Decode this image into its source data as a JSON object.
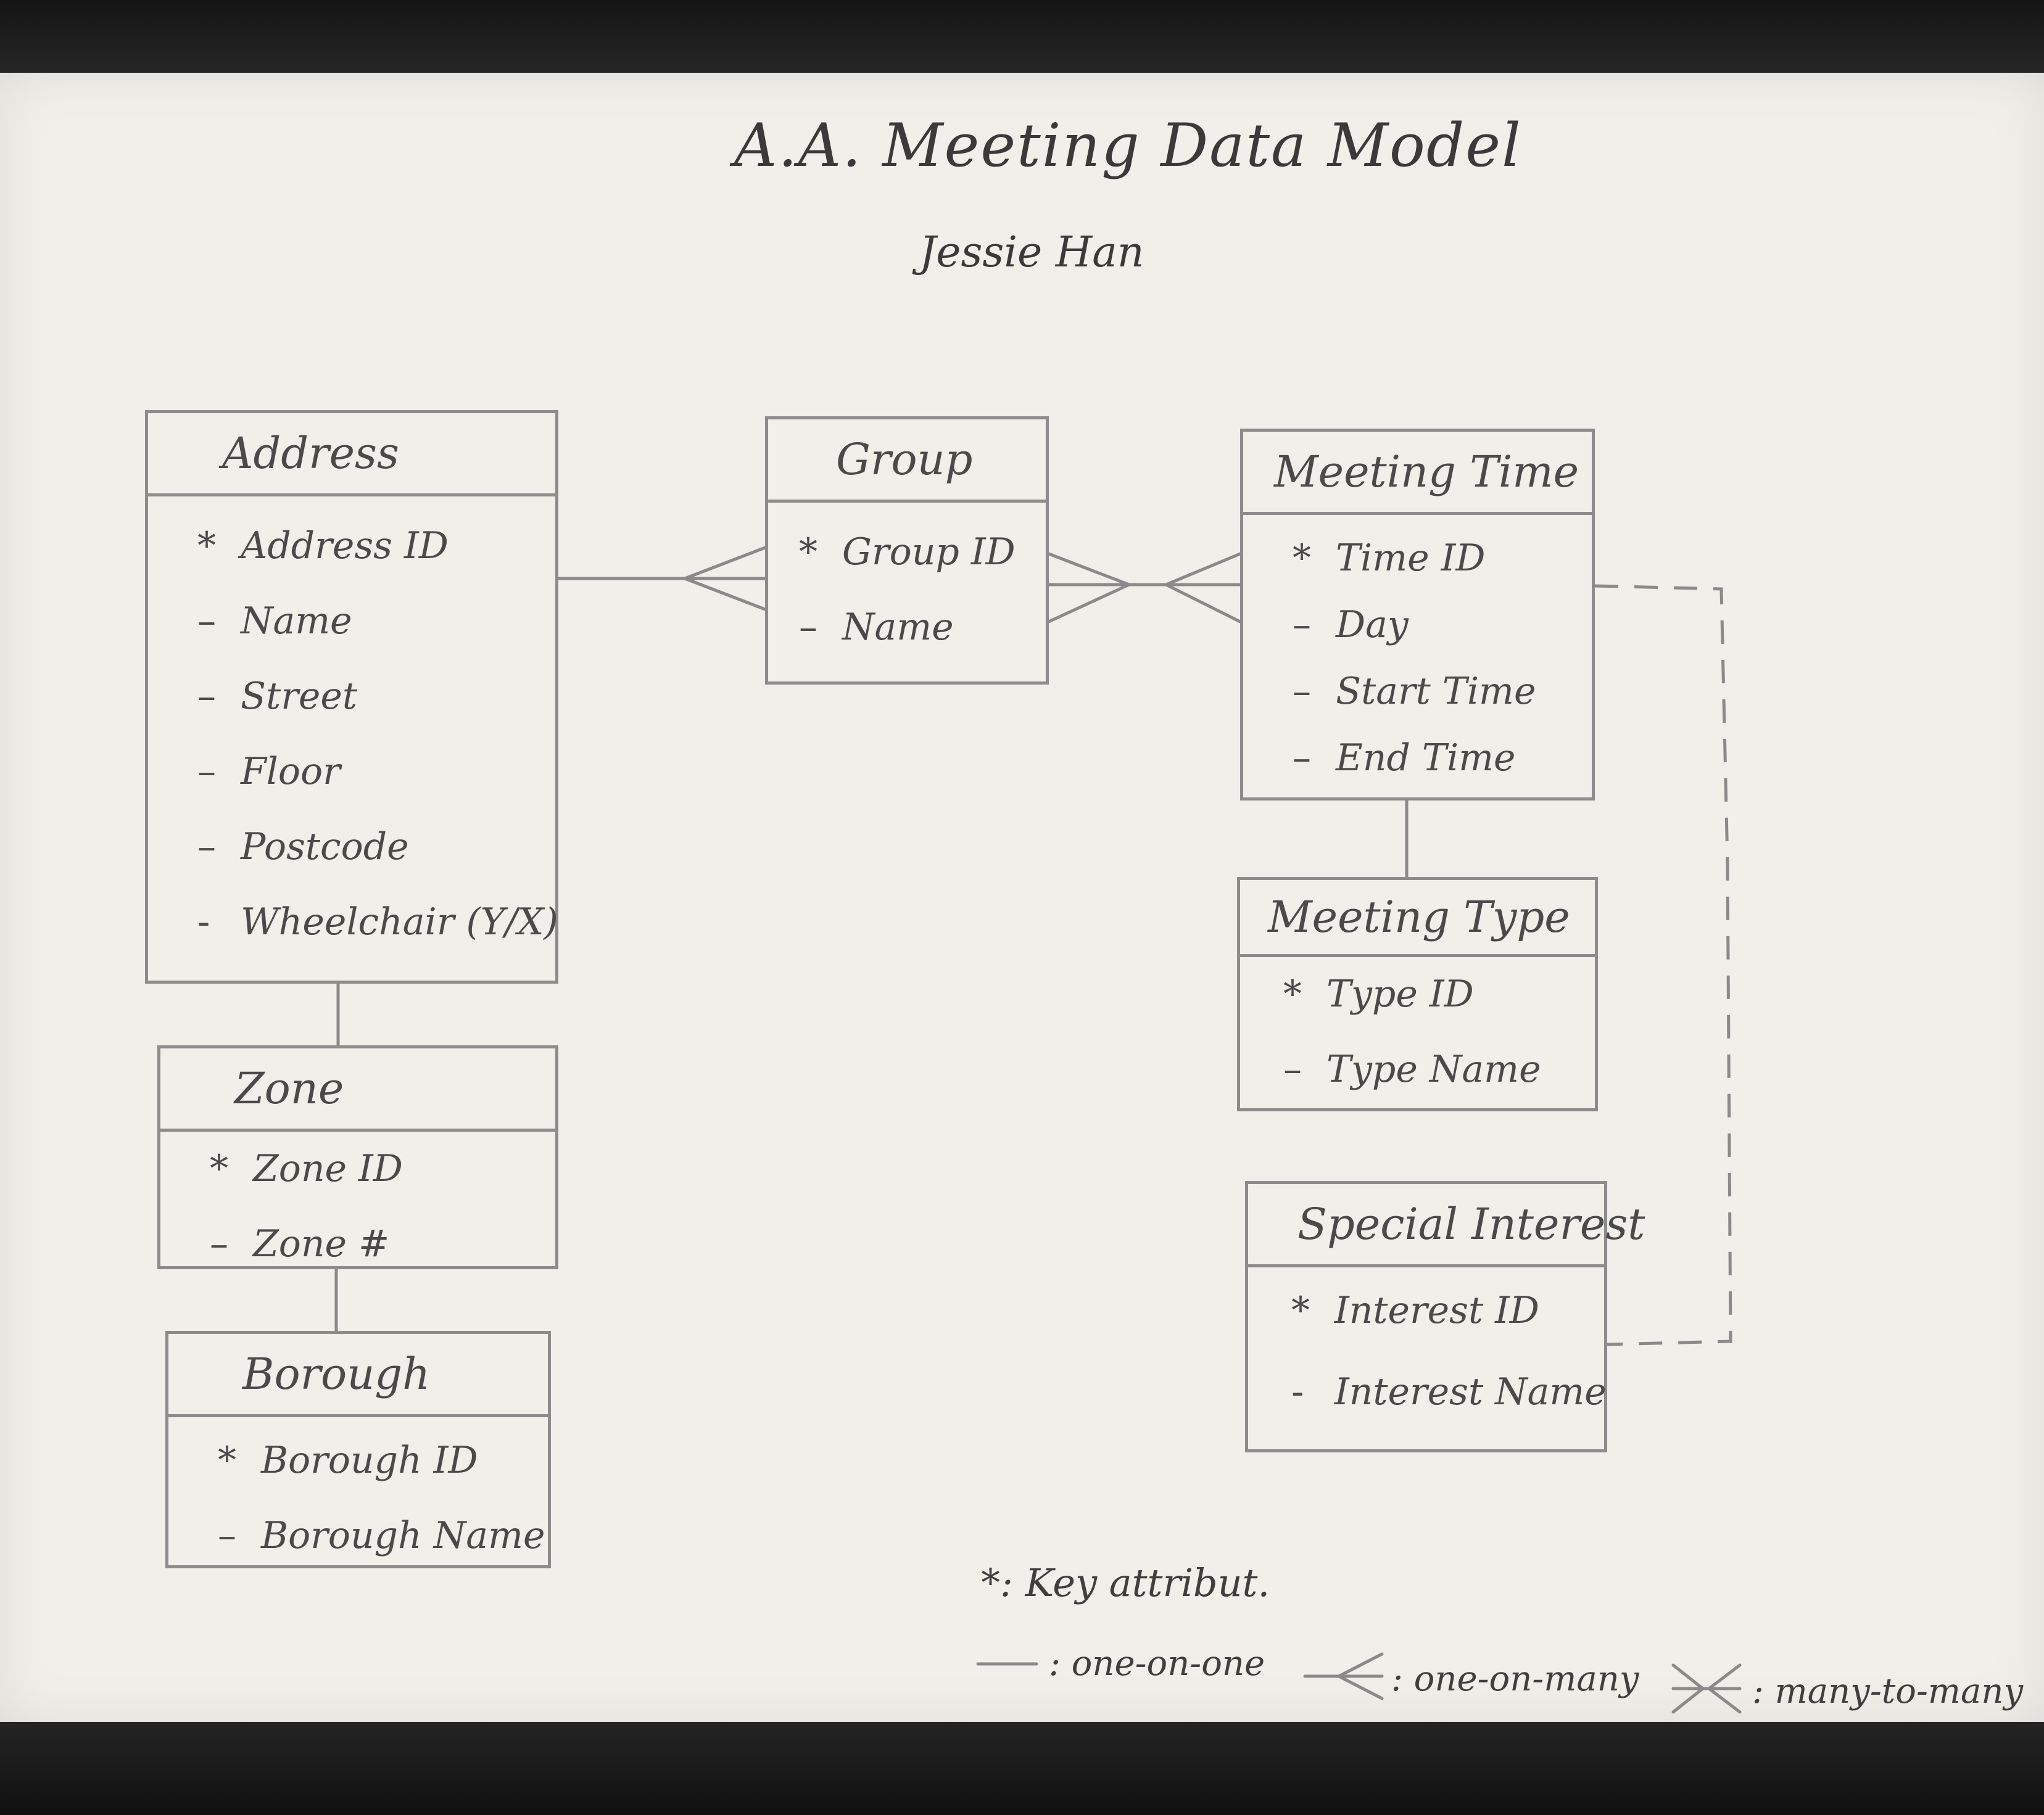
{
  "title": "A.A. Meeting Data Model",
  "author": "Jessie Han",
  "entities": {
    "address": {
      "name": "Address",
      "attributes": [
        {
          "mark": "*",
          "label": "Address ID"
        },
        {
          "mark": "–",
          "label": "Name"
        },
        {
          "mark": "–",
          "label": "Street"
        },
        {
          "mark": "–",
          "label": "Floor"
        },
        {
          "mark": "–",
          "label": "Postcode"
        },
        {
          "mark": "-",
          "label": "Wheelchair (Y/X)"
        }
      ]
    },
    "zone": {
      "name": "Zone",
      "attributes": [
        {
          "mark": "*",
          "label": "Zone ID"
        },
        {
          "mark": "–",
          "label": "Zone #"
        }
      ]
    },
    "borough": {
      "name": "Borough",
      "attributes": [
        {
          "mark": "*",
          "label": "Borough ID"
        },
        {
          "mark": "–",
          "label": "Borough Name"
        }
      ]
    },
    "group": {
      "name": "Group",
      "attributes": [
        {
          "mark": "*",
          "label": "Group ID"
        },
        {
          "mark": "–",
          "label": "Name"
        }
      ]
    },
    "meeting_time": {
      "name": "Meeting Time",
      "attributes": [
        {
          "mark": "*",
          "label": "Time ID"
        },
        {
          "mark": "–",
          "label": "Day"
        },
        {
          "mark": "–",
          "label": "Start Time"
        },
        {
          "mark": "–",
          "label": "End Time"
        }
      ]
    },
    "meeting_type": {
      "name": "Meeting Type",
      "attributes": [
        {
          "mark": "*",
          "label": "Type ID"
        },
        {
          "mark": "–",
          "label": "Type Name"
        }
      ]
    },
    "special_interest": {
      "name": "Special Interest",
      "attributes": [
        {
          "mark": "*",
          "label": "Interest ID"
        },
        {
          "mark": "-",
          "label": "Interest Name"
        }
      ]
    }
  },
  "legend": {
    "key_attribute": "*: Key attribut.",
    "one_to_one": ": one-on-one",
    "one_to_many": ": one-on-many",
    "many_to_many": ": many-to-many"
  },
  "colors": {
    "paper": "#f1efea",
    "pencil": "#8a8a8a",
    "text": "#3a3a3a"
  }
}
